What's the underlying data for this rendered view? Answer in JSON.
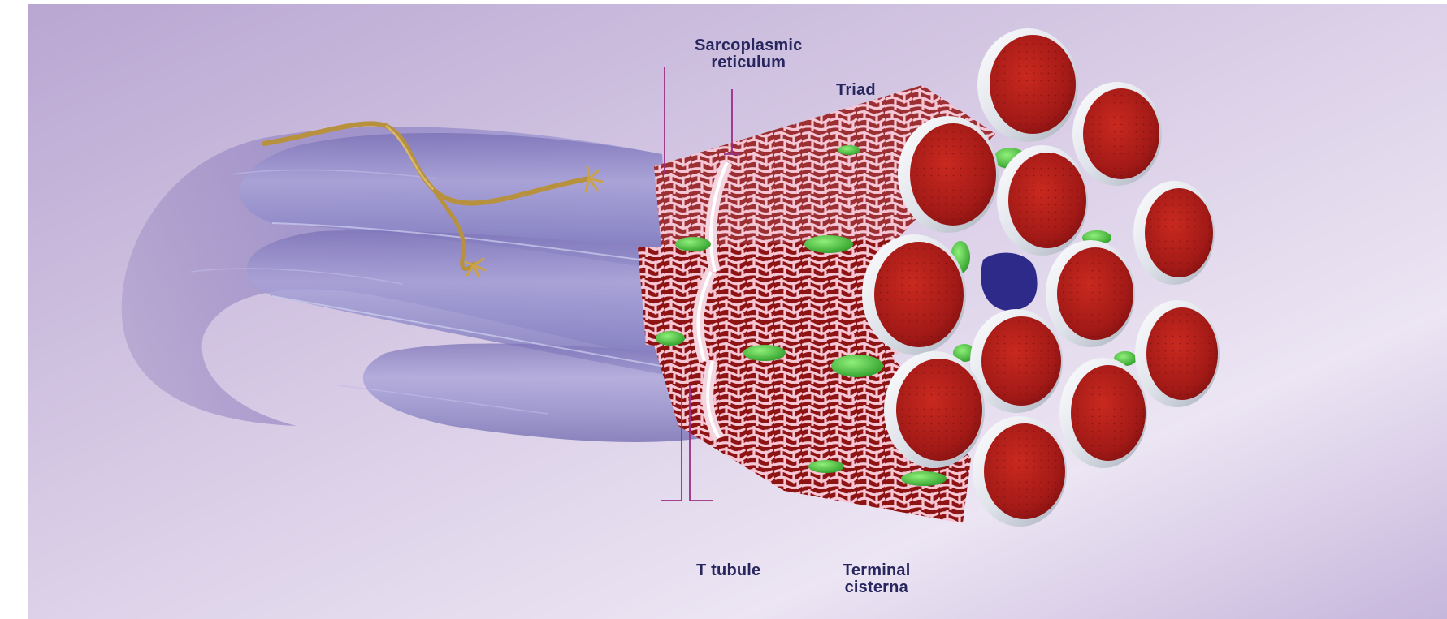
{
  "figure": {
    "labels": {
      "sarcoplasmic_reticulum": [
        "Sarcoplasmic",
        "reticulum"
      ],
      "triad": "Triad",
      "t_tubule": "T tubule",
      "terminal_cisterna": [
        "Terminal",
        "cisterna"
      ]
    },
    "colors": {
      "background_light": "#e7dff0",
      "background_dark": "#b9a6d2",
      "sheath": "#8f84c4",
      "myofibril_face": "#b8201c",
      "reticulum_pink": "#f3c9d6",
      "mitochondria_green": "#4fc43e",
      "nucleus_blue": "#2d2a8a",
      "nerve_gold": "#c9a24a",
      "label_text": "#27265e",
      "leader_line": "#9a2e86"
    },
    "icons": [
      "nerve-ending-icon",
      "myofibril-icon",
      "mitochondrion-icon",
      "nucleus-icon"
    ]
  }
}
